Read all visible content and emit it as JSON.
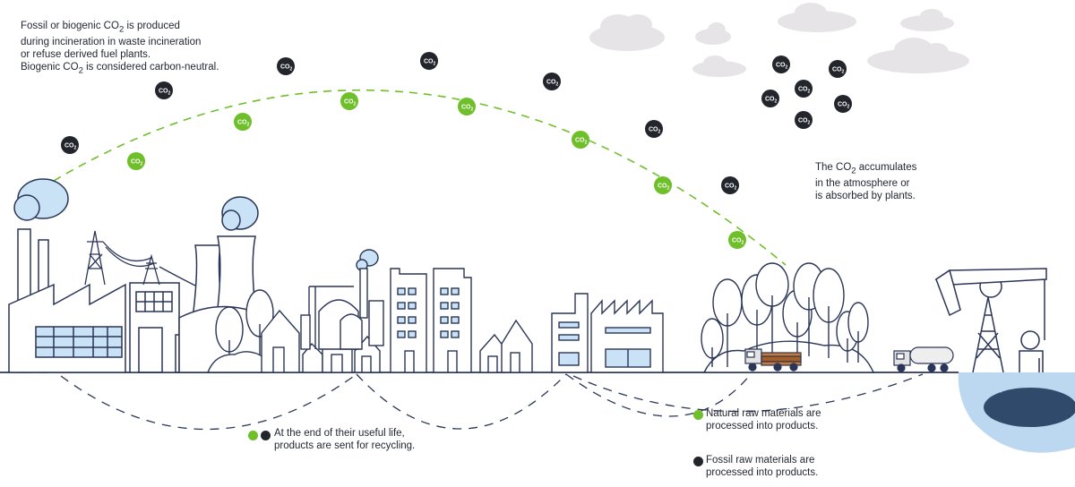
{
  "colors": {
    "green": "#6fbf2a",
    "dark": "#22252b",
    "line": "#2a3557",
    "ground_dash": "#2a3557",
    "oil_water": "#bcd8f0",
    "oil": "#2f4a6b",
    "cloud": "#e5e3e6",
    "smoke": "#c9e2f5"
  },
  "bubble_label": {
    "base": "CO",
    "sub": "2"
  },
  "notes": {
    "incineration": {
      "l1": "Fossil or biogenic CO",
      "l1_sub": "2",
      "l1_end": " is produced",
      "l2": "during incineration in waste incineration",
      "l3": "or refuse derived fuel plants.",
      "l4": "Biogenic CO",
      "l4_sub": "2",
      "l4_end": " is considered carbon-neutral."
    },
    "atmosphere": {
      "l1": "The CO",
      "l1_sub": "2",
      "l1_end": " accumulates",
      "l2": "in the atmosphere or",
      "l3": "is absorbed by plants."
    },
    "recycling": {
      "l1": "At the end of their useful life,",
      "l2": "products are sent for recycling."
    },
    "natural": {
      "l1": "Natural raw materials are",
      "l2": "processed into products."
    },
    "fossil": {
      "l1": "Fossil raw materials are",
      "l2": "processed into products."
    }
  },
  "icons": {
    "factory": "factory-icon",
    "power_plant": "power-plant-icon",
    "refinery": "refinery-icon",
    "trees": "forest-icon",
    "log_truck": "log-truck-icon",
    "tanker": "tanker-truck-icon",
    "pumpjack": "oil-pumpjack-icon"
  }
}
